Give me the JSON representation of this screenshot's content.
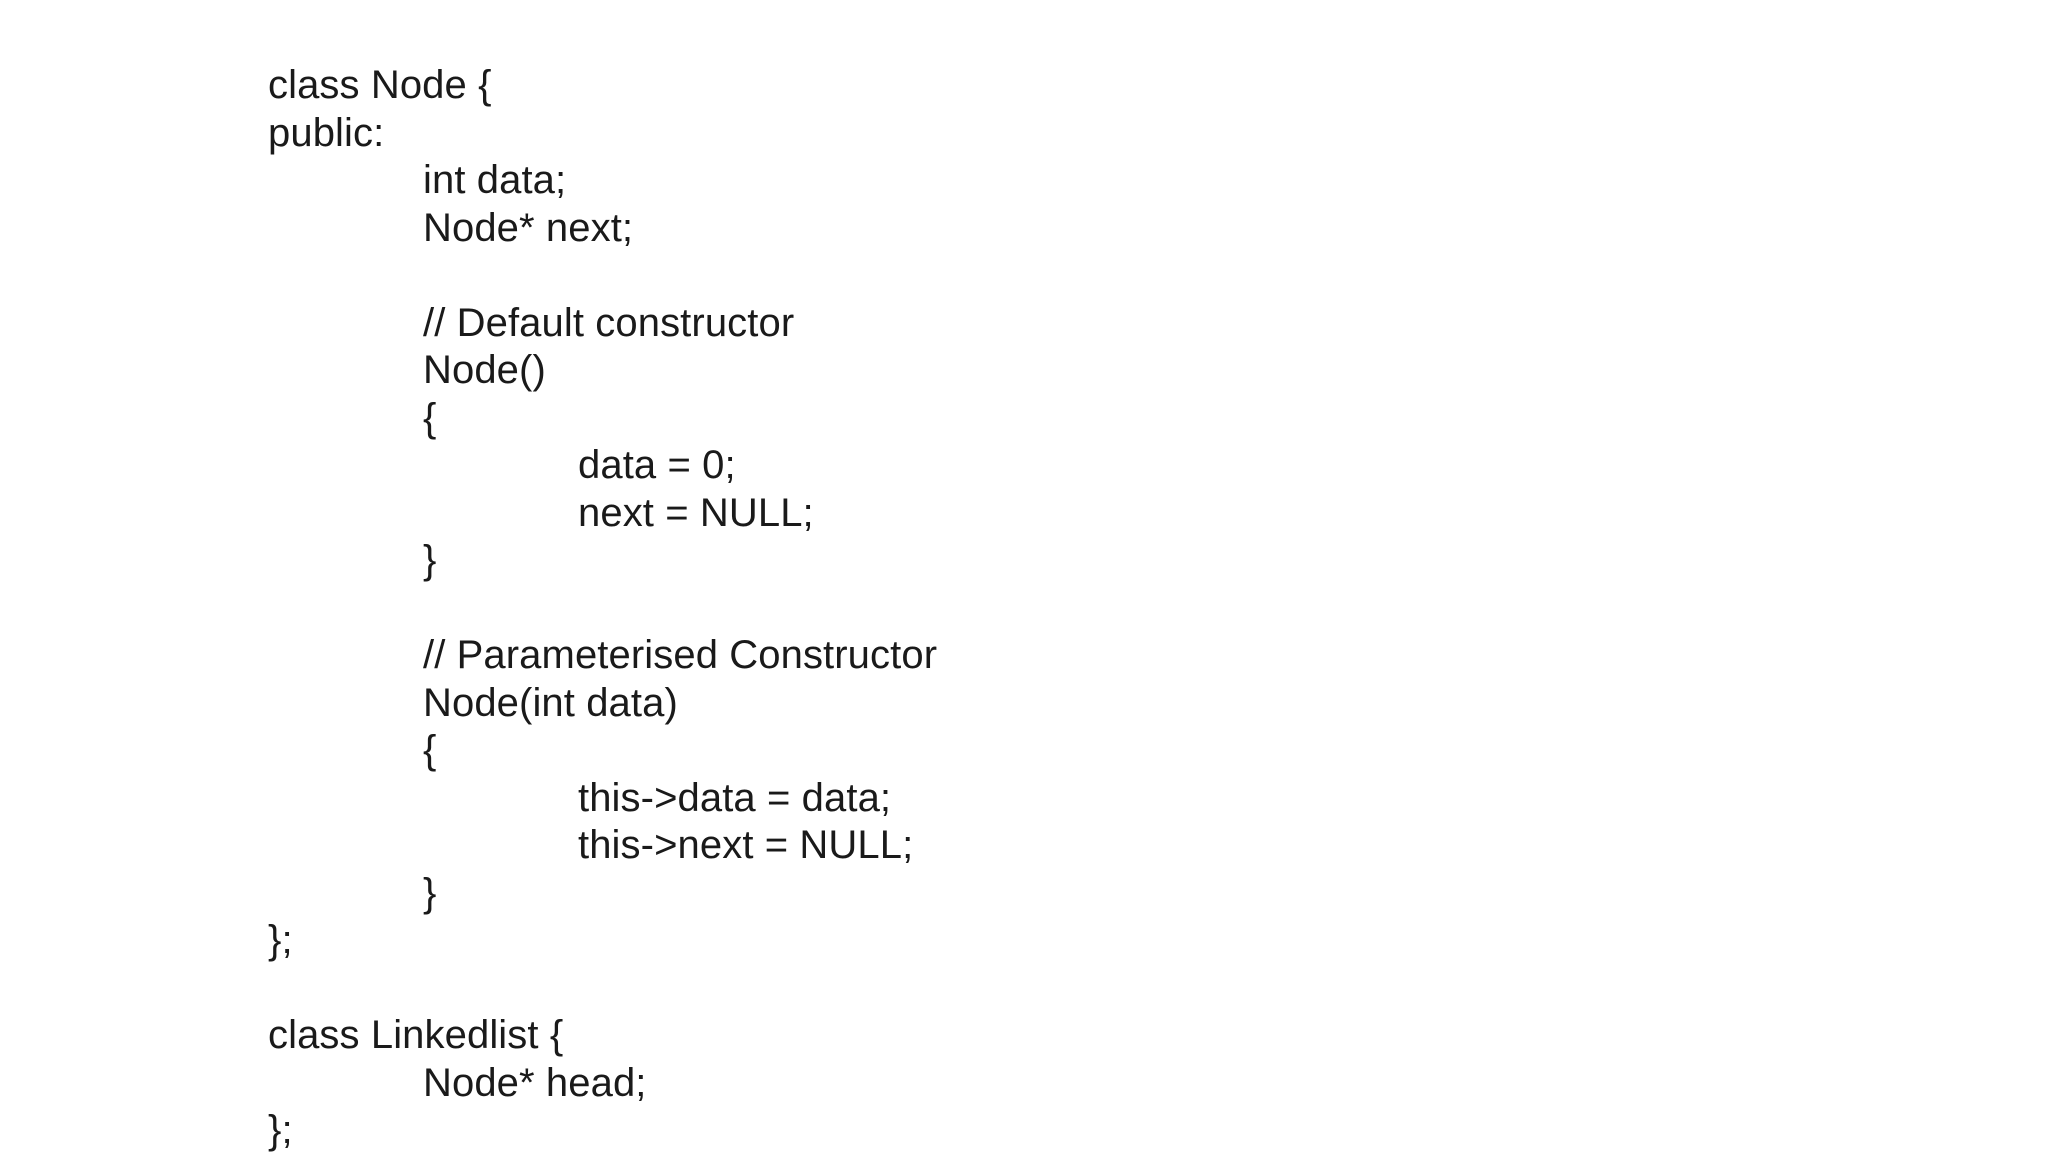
{
  "slide": {
    "background_color": "#ffffff",
    "text_color": "#1a1a1a",
    "language": "cpp"
  },
  "code": {
    "lines": [
      {
        "text": "class Node {",
        "indent": 0
      },
      {
        "text": "public:",
        "indent": 0
      },
      {
        "text": "int data;",
        "indent": 1
      },
      {
        "text": "Node* next;",
        "indent": 1
      },
      {
        "text": "",
        "indent": 0
      },
      {
        "text": "// Default constructor",
        "indent": 1
      },
      {
        "text": "Node()",
        "indent": 1
      },
      {
        "text": "{",
        "indent": 1
      },
      {
        "text": "data = 0;",
        "indent": 2
      },
      {
        "text": "next = NULL;",
        "indent": 2
      },
      {
        "text": "}",
        "indent": 1
      },
      {
        "text": "",
        "indent": 0
      },
      {
        "text": "// Parameterised Constructor",
        "indent": 1
      },
      {
        "text": "Node(int data)",
        "indent": 1
      },
      {
        "text": "{",
        "indent": 1
      },
      {
        "text": "this->data = data;",
        "indent": 2
      },
      {
        "text": "this->next = NULL;",
        "indent": 2
      },
      {
        "text": "}",
        "indent": 1
      },
      {
        "text": "};",
        "indent": 0
      },
      {
        "text": "",
        "indent": 0
      },
      {
        "text": "class Linkedlist {",
        "indent": 0
      },
      {
        "text": "Node* head;",
        "indent": 1
      },
      {
        "text": "};",
        "indent": 0
      }
    ]
  }
}
